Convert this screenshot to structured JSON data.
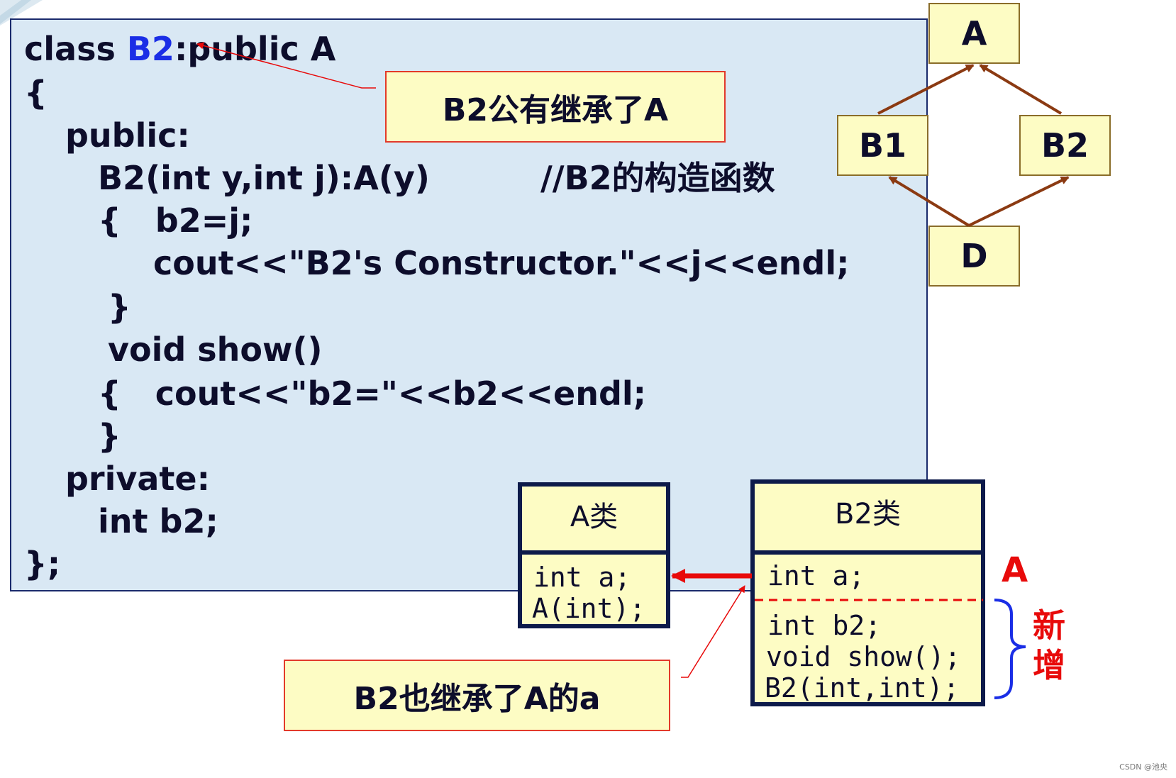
{
  "code": {
    "line1_pre": "class ",
    "line1_name": "B2",
    "line1_post": ":public A",
    "line2": "{",
    "line3": "public:",
    "line4a": "B2(int y,int j):A(y)",
    "line4b": "//B2的构造函数",
    "line5": "{   b2=j;",
    "line6": "cout<<\"B2's Constructor.\"<<j<<endl;",
    "line7": "}",
    "line8": "void show()",
    "line9": "{   cout<<\"b2=\"<<b2<<endl;",
    "line10": "}",
    "line11": "private:",
    "line12": "int b2;",
    "line13": "};"
  },
  "callouts": {
    "top": "B2公有继承了A",
    "bottom": "B2也继承了A的a"
  },
  "hierarchy": {
    "a": "A",
    "b1": "B1",
    "b2": "B2",
    "d": "D"
  },
  "class_a": {
    "title": "A类",
    "member1": "int a;",
    "member2": "A(int);"
  },
  "class_b2": {
    "title": "B2类",
    "inherited": "int a;",
    "new1": "int b2;",
    "new2": "void show();",
    "new3": "B2(int,int);"
  },
  "labels": {
    "inherited_tag": "A",
    "new_tag": "新增"
  },
  "watermark": "CSDN @池央",
  "colors": {
    "panel_bg": "#d9e8f4",
    "callout_bg": "#fdfcc4",
    "accent_red": "#e80a0a",
    "brace_blue": "#1a2ee6",
    "hier_arrow": "#8b3a12"
  }
}
